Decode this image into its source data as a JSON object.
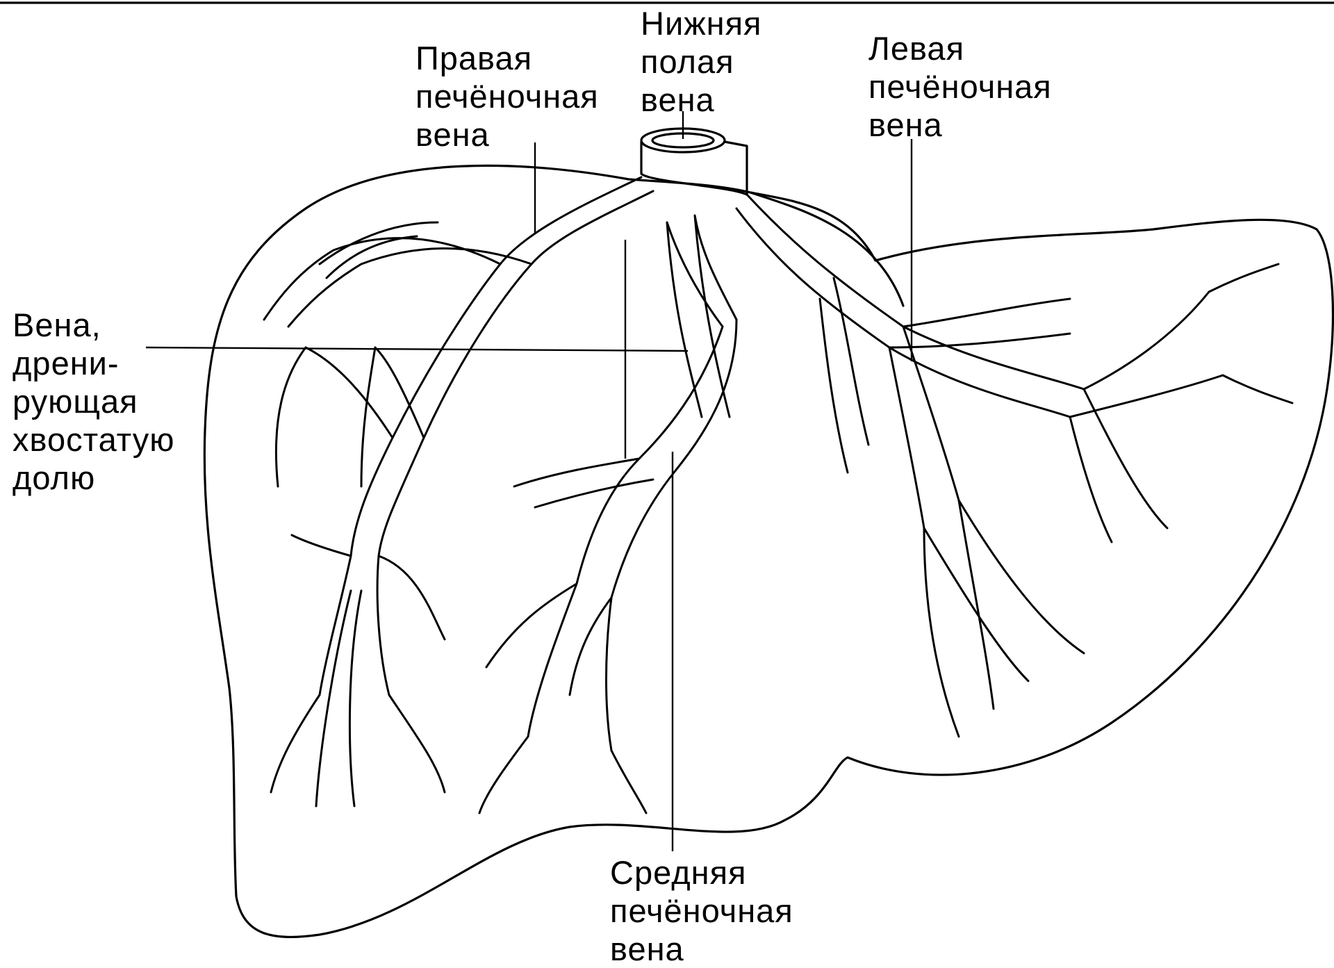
{
  "labels": {
    "ivc": [
      "Нижняя",
      "полая",
      "вена"
    ],
    "right_hepatic": [
      "Правая",
      "печёночная",
      "вена"
    ],
    "left_hepatic": [
      "Левая",
      "печёночная",
      "вена"
    ],
    "caudate_vein": [
      "Вена,",
      "дрени-",
      "рующая",
      "хвостатую",
      "долю"
    ],
    "middle_hepatic": [
      "Средняя",
      "печёночная",
      "вена"
    ]
  },
  "colors": {
    "ink": "#000000",
    "background": "#ffffff"
  }
}
